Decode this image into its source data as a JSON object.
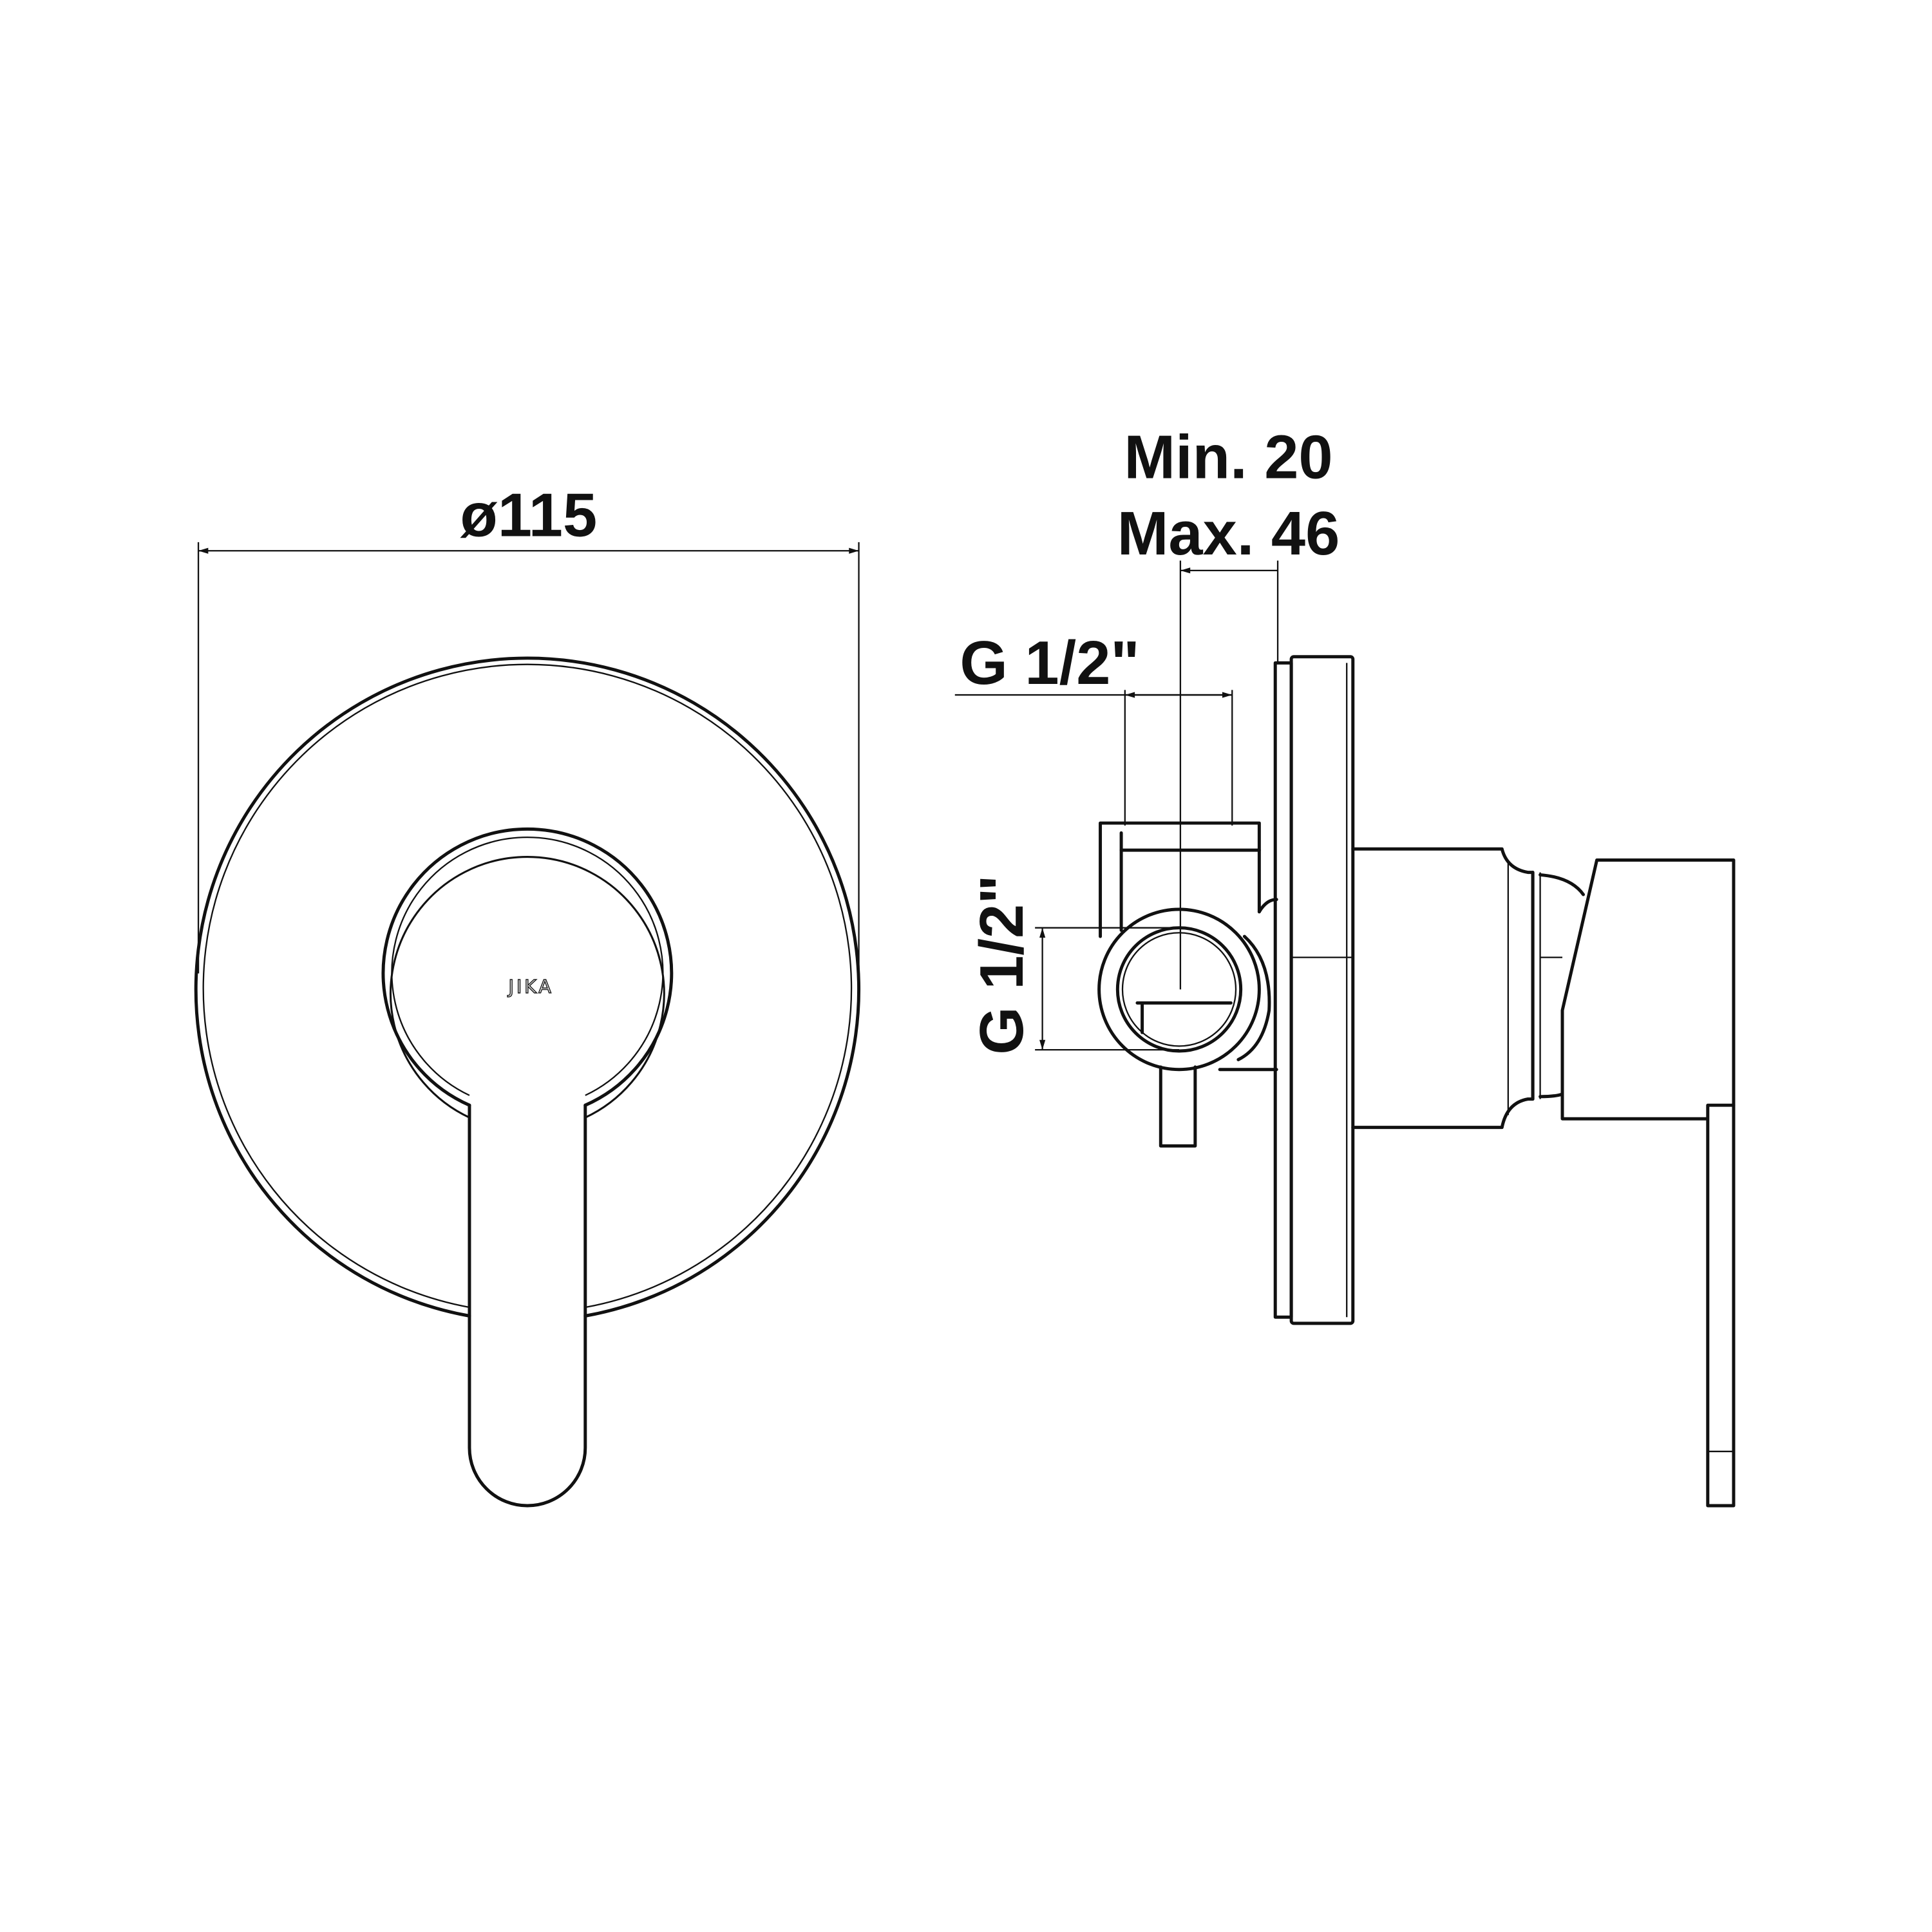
{
  "front_view": {
    "diameter_label": "ø115",
    "logo_text": "JIKA"
  },
  "side_view": {
    "depth_min_label": "Min. 20",
    "depth_max_label": "Max. 46",
    "thread_top_label": "G 1/2\"",
    "thread_side_label": "G 1/2\""
  },
  "colors": {
    "line": "#111111",
    "background": "#ffffff"
  }
}
